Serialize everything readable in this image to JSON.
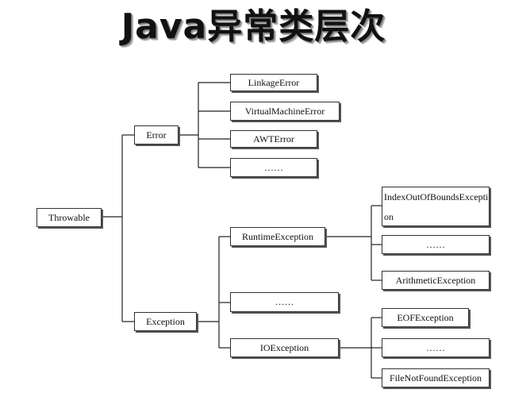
{
  "title": "Java异常类层次",
  "nodes": {
    "throwable": "Throwable",
    "error": "Error",
    "exception": "Exception",
    "linkage_error": "LinkageError",
    "virtual_machine_error": "VirtualMachineError",
    "awt_error": "AWTError",
    "error_more": "……",
    "runtime_exception": "RuntimeException",
    "exception_more": "……",
    "io_exception": "IOException",
    "index_out_of_bounds": "IndexOutOfBoundsException",
    "runtime_more": "……",
    "arithmetic_exception": "ArithmeticException",
    "eof_exception": "EOFException",
    "io_more": "……",
    "file_not_found": "FileNotFoundException"
  }
}
